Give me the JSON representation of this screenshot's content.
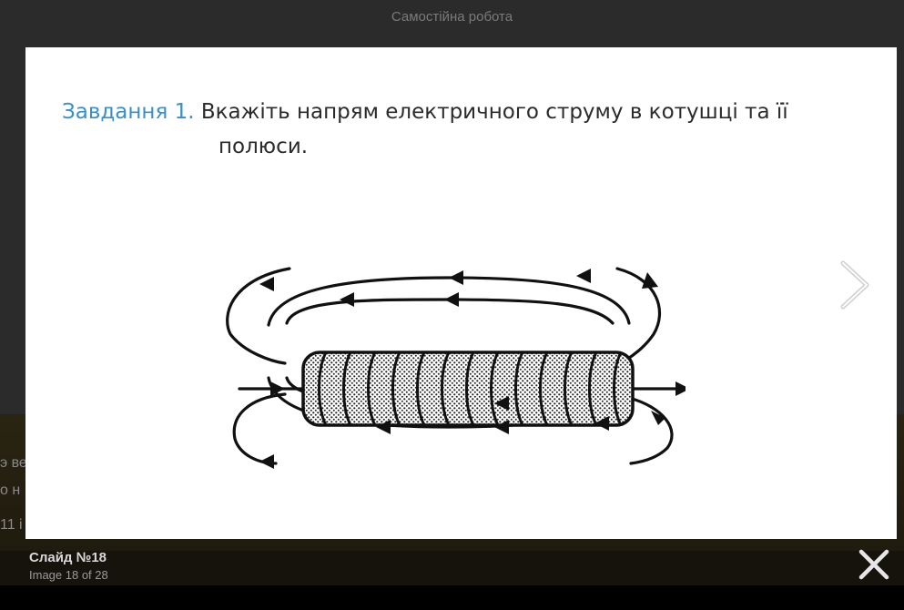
{
  "header": {
    "title": "Самостійна робота"
  },
  "background_peek": {
    "lines": [
      "э ве",
      "о н",
      "11 і"
    ]
  },
  "slide": {
    "task_label": "Завдання 1.",
    "task_text_line1": "Вкажіть напрям електричного струму в котушці та її",
    "task_text_line2": "полюси.",
    "figure_icon": "solenoid-field-lines-illustration"
  },
  "navigation": {
    "next_icon": "chevron-right-icon",
    "close_icon": "close-icon"
  },
  "caption": {
    "title": "Слайд №18",
    "counter": "Image 18 of 28"
  },
  "colors": {
    "accent": "#3a8fc8",
    "overlay": "#2b2b2b",
    "slide_bg": "#ffffff"
  }
}
